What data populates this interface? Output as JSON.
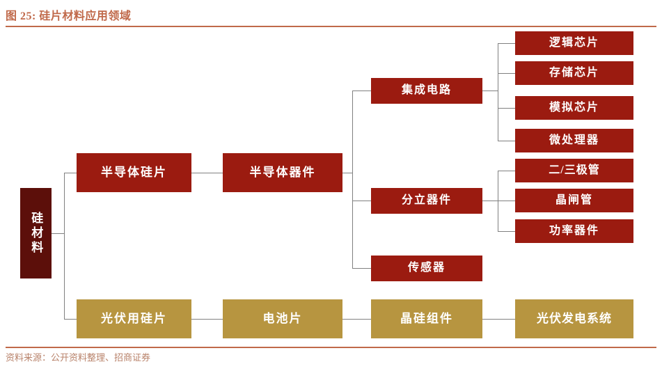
{
  "figure": {
    "label": "图 25:",
    "title": "硅片材料应用领域",
    "full_title": "图 25: 硅片材料应用领域",
    "source_note": "资料来源：公开资料整理、招商证券"
  },
  "colors": {
    "accent_rule": "#C0694A",
    "title_text": "#C0694A",
    "source_text": "#B8826A",
    "node_dark_red": "#5C0F0A",
    "node_red": "#9B1B10",
    "node_gold": "#B79540",
    "connector": "#808080",
    "background": "#FFFFFF"
  },
  "diagram": {
    "type": "tree",
    "orientation": "left-to-right",
    "root": {
      "id": "root",
      "label": "硅材料",
      "color": "dark",
      "orientation": "vertical"
    },
    "nodes": [
      {
        "id": "semi-wafer",
        "label": "半导体硅片",
        "level": 2,
        "color": "red",
        "parent": "root"
      },
      {
        "id": "pv-wafer",
        "label": "光伏用硅片",
        "level": 2,
        "color": "gold",
        "parent": "root"
      },
      {
        "id": "semi-device",
        "label": "半导体器件",
        "level": 3,
        "color": "red",
        "parent": "semi-wafer"
      },
      {
        "id": "solar-cell",
        "label": "电池片",
        "level": 3,
        "color": "gold",
        "parent": "pv-wafer"
      },
      {
        "id": "ic",
        "label": "集成电路",
        "level": 4,
        "color": "red",
        "parent": "semi-device"
      },
      {
        "id": "discrete",
        "label": "分立器件",
        "level": 4,
        "color": "red",
        "parent": "semi-device"
      },
      {
        "id": "sensor",
        "label": "传感器",
        "level": 4,
        "color": "red",
        "parent": "semi-device"
      },
      {
        "id": "si-module",
        "label": "晶硅组件",
        "level": 4,
        "color": "gold",
        "parent": "solar-cell"
      },
      {
        "id": "logic-chip",
        "label": "逻辑芯片",
        "level": 5,
        "color": "red",
        "parent": "ic"
      },
      {
        "id": "memory-chip",
        "label": "存储芯片",
        "level": 5,
        "color": "red",
        "parent": "ic"
      },
      {
        "id": "analog-chip",
        "label": "模拟芯片",
        "level": 5,
        "color": "red",
        "parent": "ic"
      },
      {
        "id": "microprocessor",
        "label": "微处理器",
        "level": 5,
        "color": "red",
        "parent": "ic"
      },
      {
        "id": "diode-transistor",
        "label": "二/三极管",
        "level": 5,
        "color": "red",
        "parent": "discrete"
      },
      {
        "id": "thyristor",
        "label": "晶闸管",
        "level": 5,
        "color": "red",
        "parent": "discrete"
      },
      {
        "id": "power-device",
        "label": "功率器件",
        "level": 5,
        "color": "red",
        "parent": "discrete"
      },
      {
        "id": "pv-power-system",
        "label": "光伏发电系统",
        "level": 5,
        "color": "gold",
        "parent": "si-module"
      }
    ]
  }
}
